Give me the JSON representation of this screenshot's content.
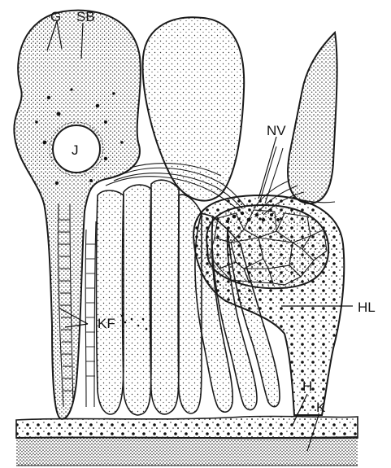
{
  "labels": {
    "g": "G",
    "sb": "SB",
    "j": "J",
    "nv": "NV",
    "kf": "KF",
    "hl": "HL",
    "h": "H",
    "k": "K"
  },
  "colors": {
    "ink": "#1a1a1a",
    "paper": "#ffffff"
  }
}
